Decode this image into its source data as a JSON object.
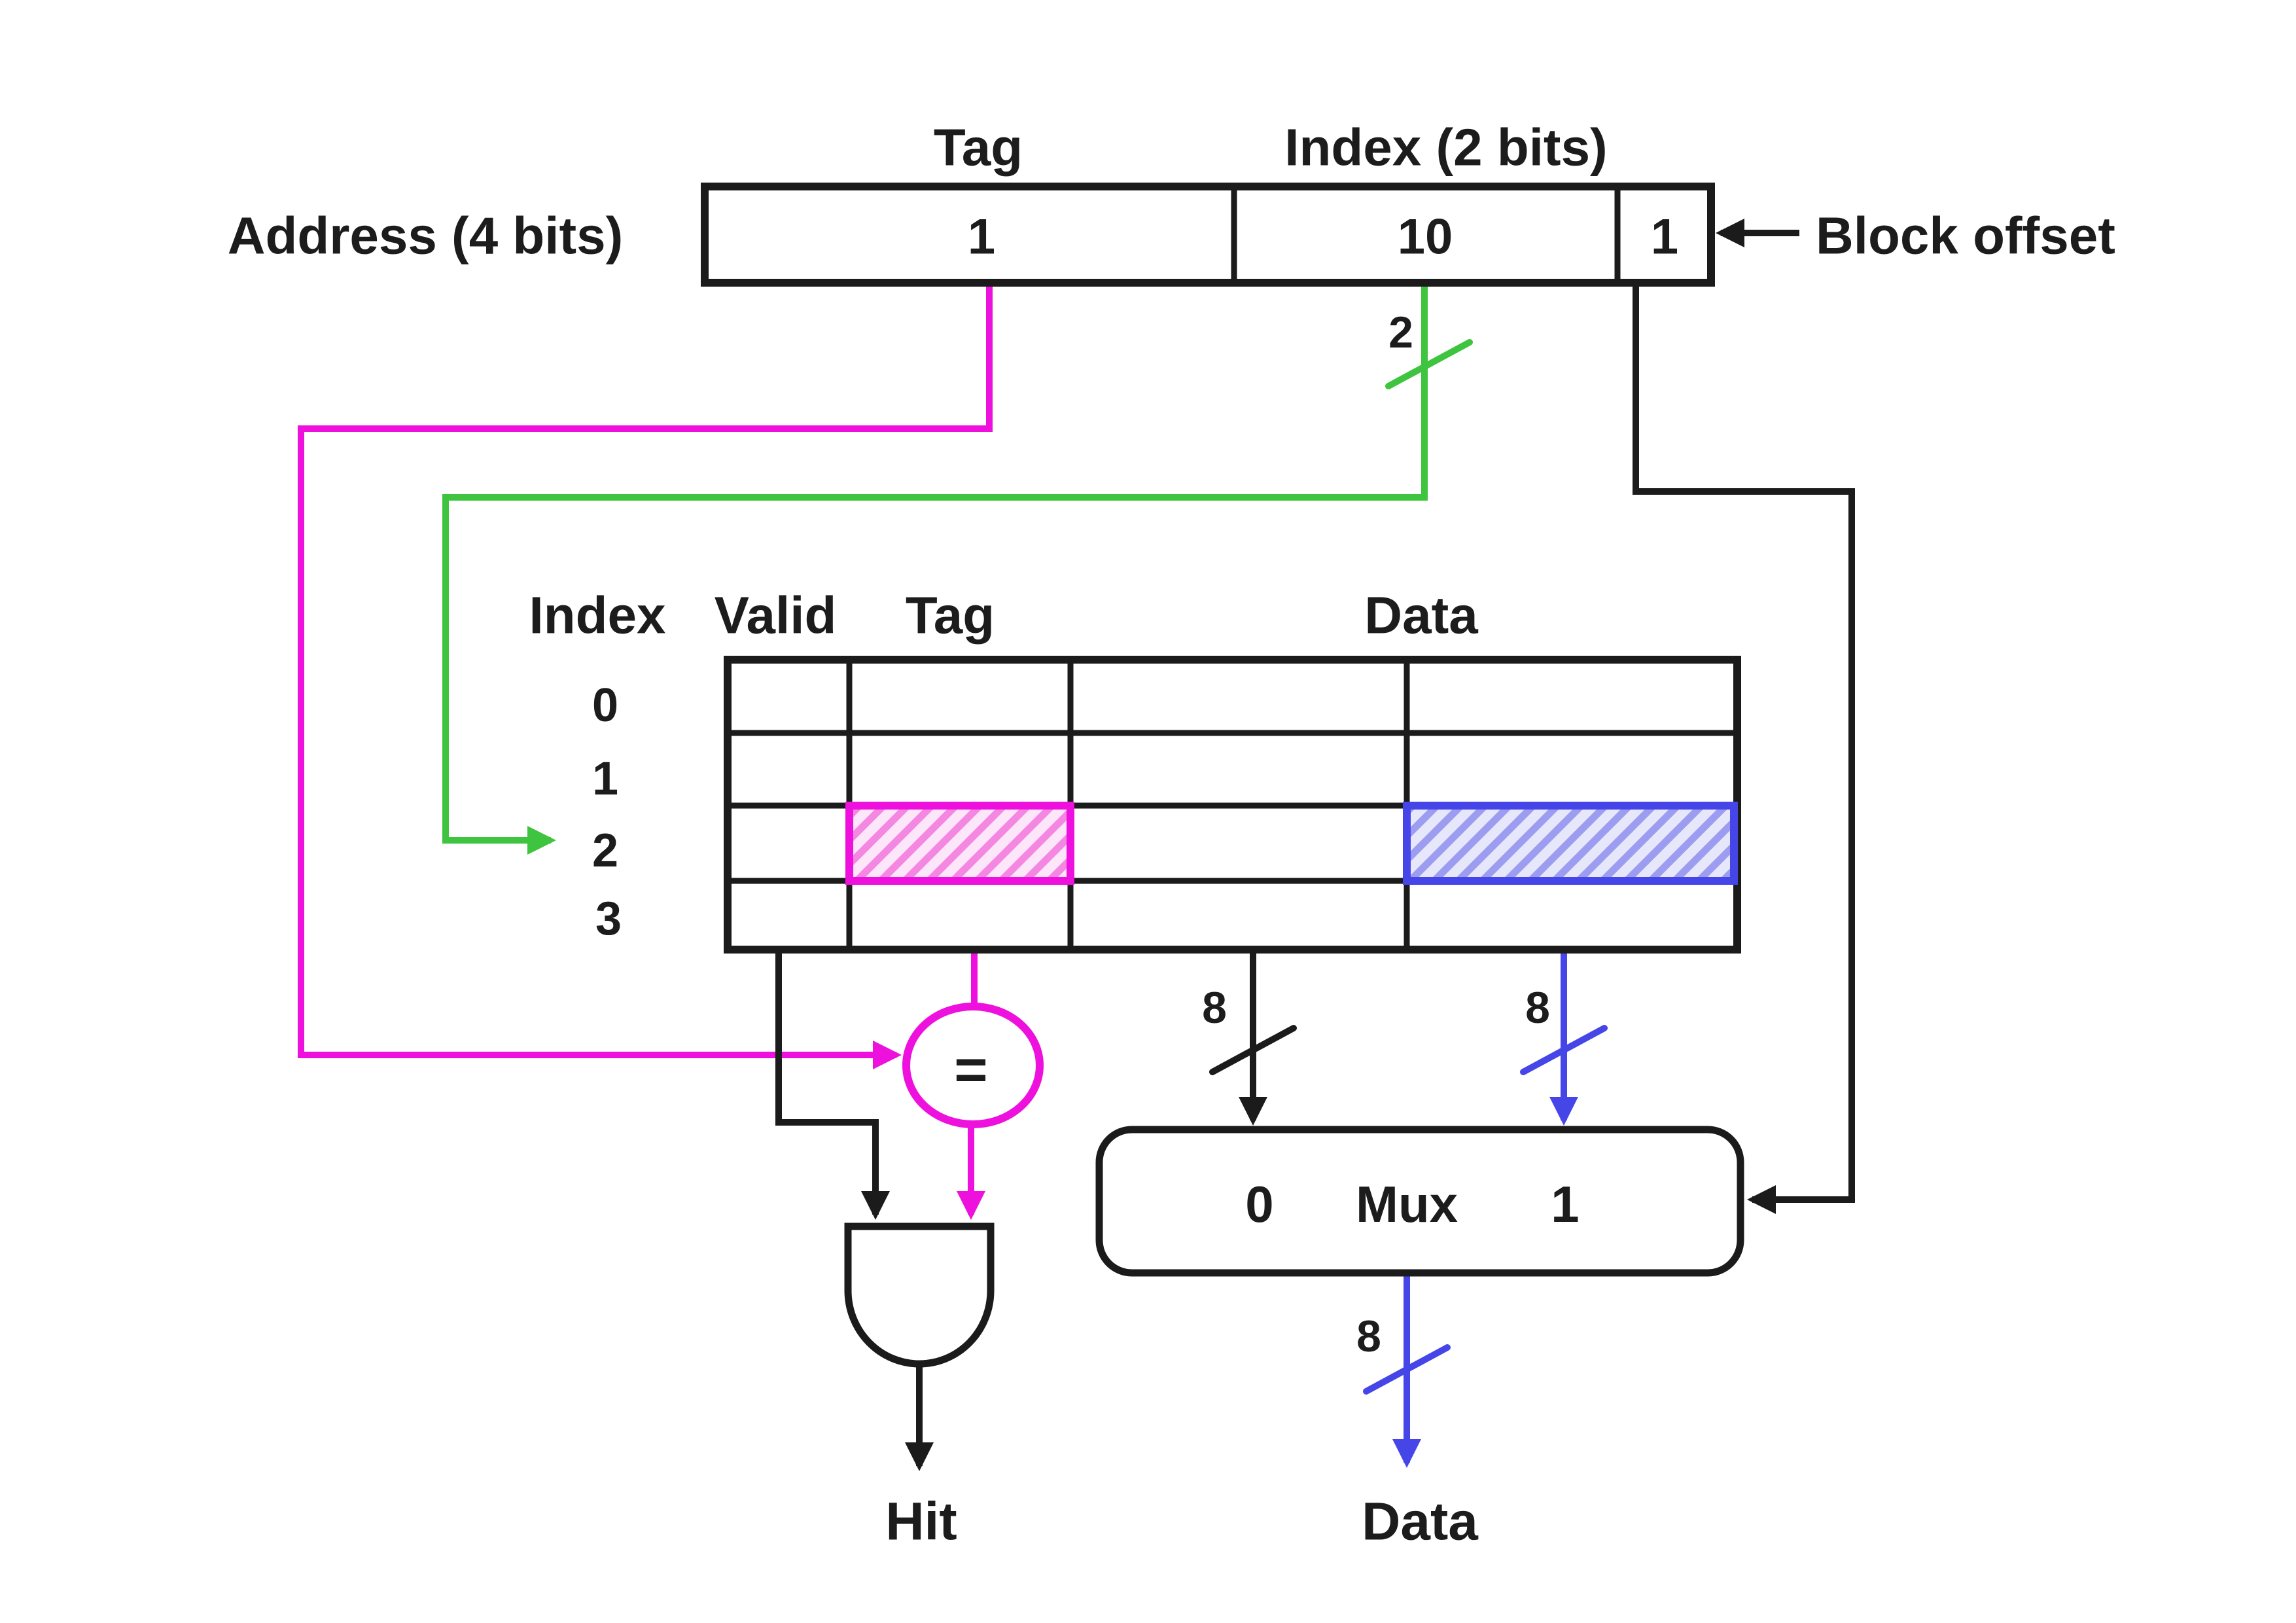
{
  "address": {
    "label": "Address (4 bits)",
    "tag_label": "Tag",
    "index_label": "Index (2 bits)",
    "block_offset_label": "Block offset",
    "tag_value": "1",
    "index_value": "10",
    "offset_value": "1"
  },
  "buses": {
    "index_width": "2",
    "data0_width": "8",
    "data1_width": "8",
    "output_width": "8"
  },
  "cache": {
    "headers": [
      "Index",
      "Valid",
      "Tag",
      "Data"
    ],
    "row_labels": [
      "0",
      "1",
      "2",
      "3"
    ],
    "selected_row": "2"
  },
  "comparator": {
    "symbol": "="
  },
  "mux": {
    "input0_label": "0",
    "label": "Mux",
    "input1_label": "1"
  },
  "outputs": {
    "hit_label": "Hit",
    "data_label": "Data"
  },
  "colors": {
    "tag_magenta": "#ee10dd",
    "index_green": "#3ec43e",
    "offset_blue": "#4646e8",
    "wire_black": "#1b1b1b"
  }
}
